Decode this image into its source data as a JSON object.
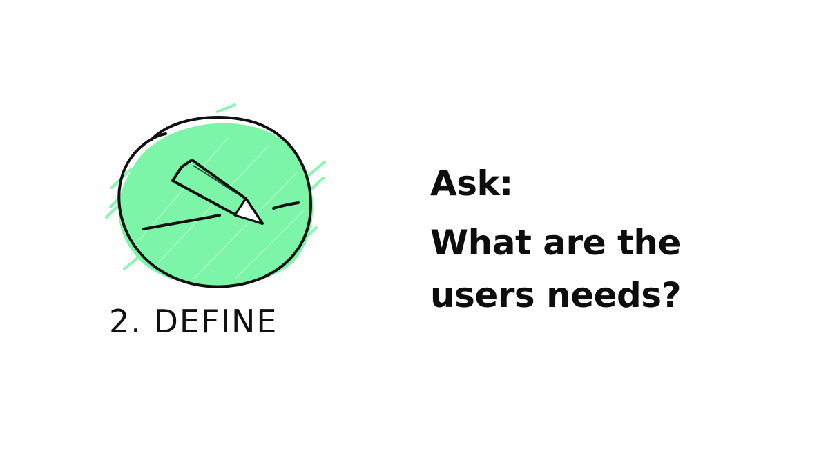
{
  "illustration": {
    "step_label": "2. DEFINE",
    "icon": "pencil-icon",
    "fill_color": "#7cf5a8",
    "stroke_color": "#111111"
  },
  "prompt": {
    "ask_label": "Ask:",
    "question_line1": "What are the",
    "question_line2": "users needs?"
  }
}
